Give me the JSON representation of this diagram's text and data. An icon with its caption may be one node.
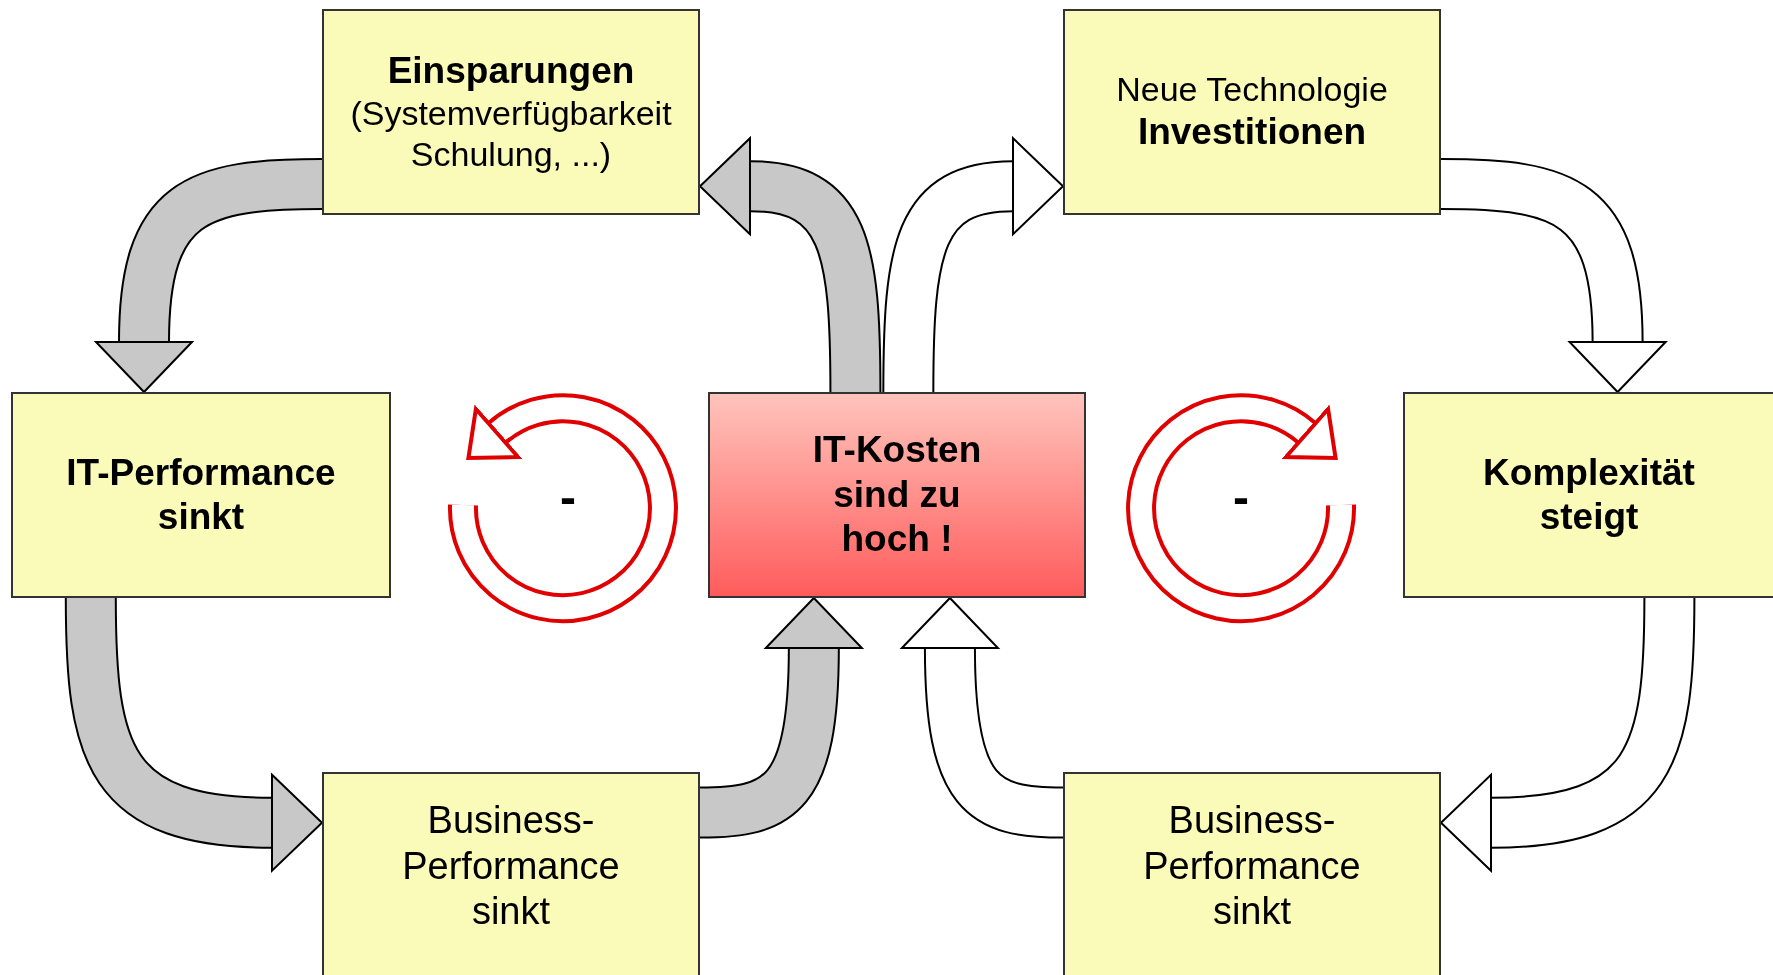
{
  "diagram": {
    "nodes": [
      {
        "text": [
          "Einsparungen",
          "(Systemverfügbarkeit Schulung, ...)"
        ]
      },
      {
        "text": [
          "Neue Technologie",
          "Investitionen"
        ]
      },
      {
        "text": [
          "IT-Performance sinkt"
        ]
      },
      {
        "text": [
          "IT-Kosten sind zu hoch !"
        ]
      },
      {
        "text": [
          "Komplexität steigt"
        ]
      },
      {
        "text": [
          "Business-Performance sinkt"
        ]
      },
      {
        "text": [
          "Business-Performance sinkt"
        ]
      }
    ],
    "edges": [
      {
        "from": 3,
        "to": 0,
        "arrow": "to",
        "color": "#c8c8c8"
      },
      {
        "from": 3,
        "to": 1,
        "arrow": "to",
        "color": "#ffffff"
      },
      {
        "from": 0,
        "to": 2,
        "arrow": "to",
        "color": "#c8c8c8"
      },
      {
        "from": 1,
        "to": 4,
        "arrow": "to",
        "color": "#ffffff"
      },
      {
        "from": 2,
        "to": 5,
        "arrow": "to",
        "color": "#c8c8c8"
      },
      {
        "from": 4,
        "to": 6,
        "arrow": "to",
        "color": "#ffffff"
      },
      {
        "from": 5,
        "to": 3,
        "arrow": "to",
        "color": "#c8c8c8"
      },
      {
        "from": 6,
        "to": 3,
        "arrow": "to",
        "color": "#ffffff"
      }
    ],
    "labels": [
      "-",
      "-"
    ]
  }
}
